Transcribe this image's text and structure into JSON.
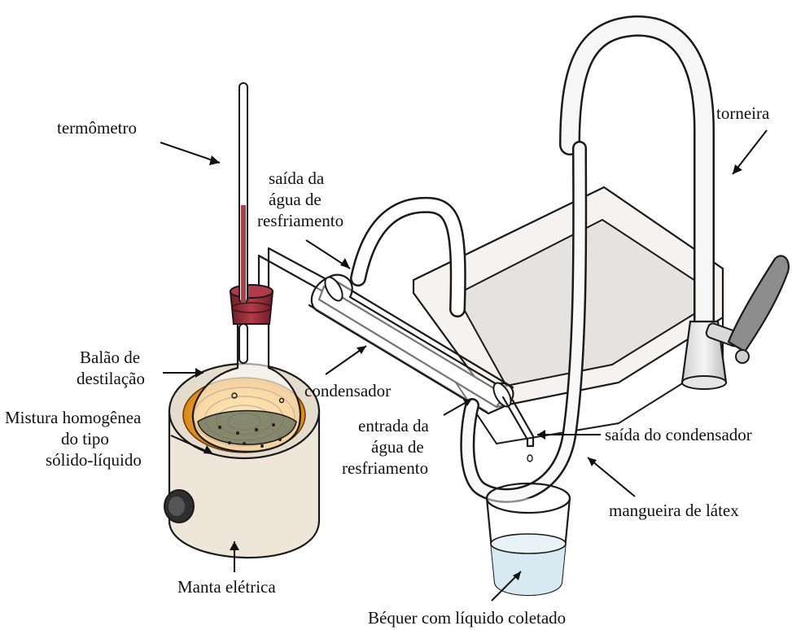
{
  "labels": {
    "thermometer": "termômetro",
    "faucet": "torneira",
    "coolant_out_1": "saída da",
    "coolant_out_2": "água de",
    "coolant_out_3": "resfriamento",
    "flask_1": "Balão de",
    "flask_2": "destilação",
    "mixture_1": "Mistura homogênea",
    "mixture_2": "do tipo",
    "mixture_3": "sólido-líquido",
    "condenser": "condensador",
    "coolant_in_1": "entrada da",
    "coolant_in_2": "água de",
    "coolant_in_3": "resfriamento",
    "condenser_outlet": "saída do condensador",
    "latex_hose": "mangueira de látex",
    "heating_mantle": "Manta elétrica",
    "beaker": "Béquer com líquido coletado"
  },
  "colors": {
    "thermometer_liquid": "#a3434a",
    "stopper": "#9c2f3a",
    "heater_glow": "#f0a21c",
    "heater_body": "#ede6d9",
    "sink": "#ecebe8",
    "water": "#d7eaf2"
  }
}
